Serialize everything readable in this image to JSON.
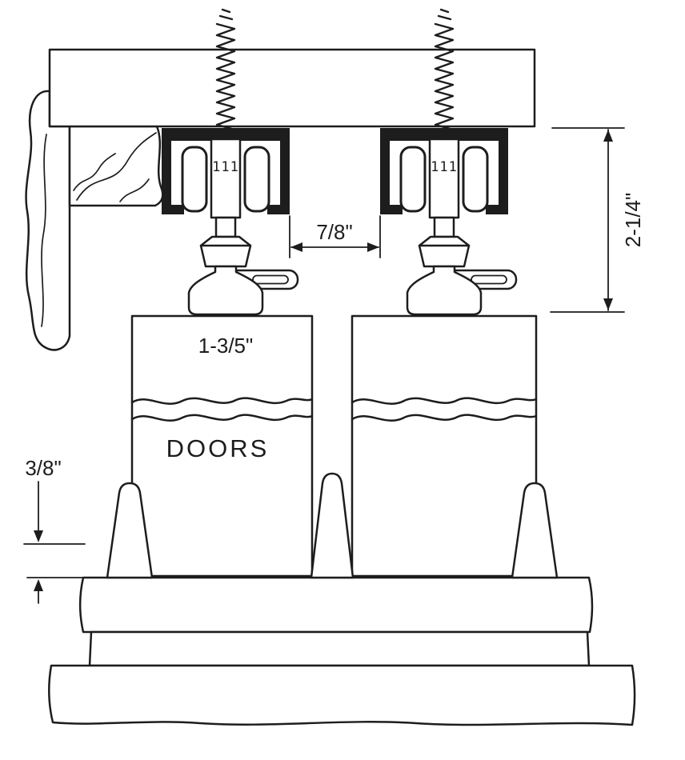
{
  "page": {
    "background": "#ffffff",
    "line_color": "#1d1d1d"
  },
  "diagram": {
    "labels": {
      "doors": "DOORS",
      "left_trolley_marks": "111",
      "right_trolley_marks": "111"
    },
    "dimensions": {
      "roller_gap": "7/8\"",
      "track_to_door_top": "2-1/4\"",
      "door_top_inset": "1-3/5\"",
      "floor_clearance": "3/8\""
    }
  }
}
